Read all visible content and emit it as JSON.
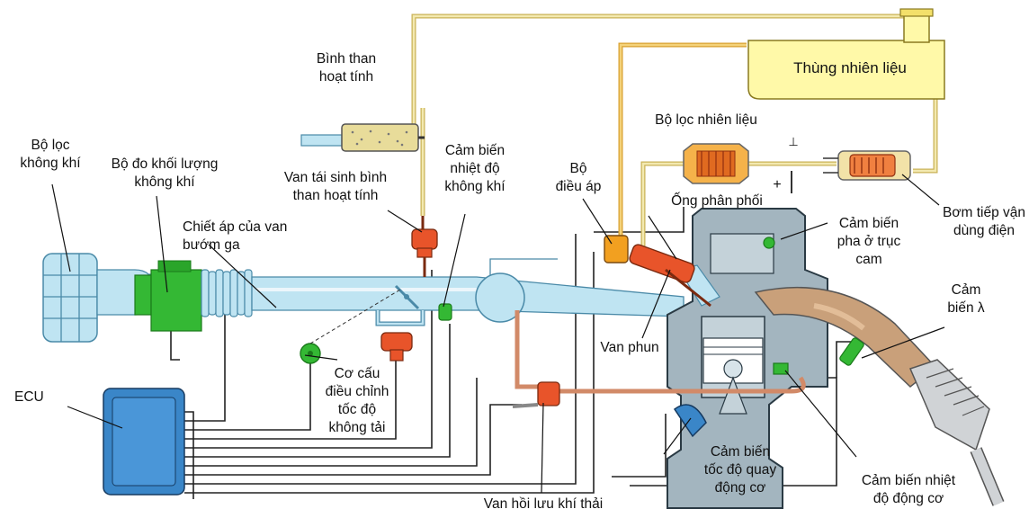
{
  "labels": {
    "fuel_tank": "Thùng nhiên liệu",
    "canister": "Bình than\nhoạt tính",
    "air_filter": "Bộ lọc\nkhông khí",
    "mass_air_flow": "Bộ đo khối lượng\nkhông khí",
    "purge_valve": "Van tái sinh bình\nthan hoạt tính",
    "air_temp_sensor": "Cảm biến\nnhiệt độ\nkhông khí",
    "pressure_regulator": "Bộ\nđiều áp",
    "fuel_filter": "Bộ lọc nhiên liệu",
    "throttle_potentiometer": "Chiết áp của van\nbướm ga",
    "fuel_rail": "Ống phân phối",
    "cam_sensor": "Cảm biến\npha ở trục\ncam",
    "electric_pump": "Bơm tiếp vận\ndùng điện",
    "lambda_sensor": "Cảm\nbiến λ",
    "injector": "Van phun",
    "idle_actuator": "Cơ cấu\nđiều chỉnh\ntốc độ\nkhông tải",
    "ecu": "ECU",
    "egr_valve": "Van hồi lưu khí thải",
    "rpm_sensor": "Cảm biến\ntốc độ quay\nđộng cơ",
    "coolant_temp_sensor": "Cảm biến nhiệt\nđộ động cơ",
    "pump_minus": "⊥",
    "pump_plus": "+"
  },
  "colors": {
    "fuel_line": "#d9c46a",
    "intake": "#bfe4f2",
    "intake_stroke": "#4a8aa8",
    "engine": "#a3b5bf",
    "ecu": "#3a86c8",
    "green": "#2aa52a",
    "sensor_orange": "#e8542a",
    "egr_line": "#d28a68",
    "tank": "#fff9a8",
    "wire": "#222222"
  }
}
